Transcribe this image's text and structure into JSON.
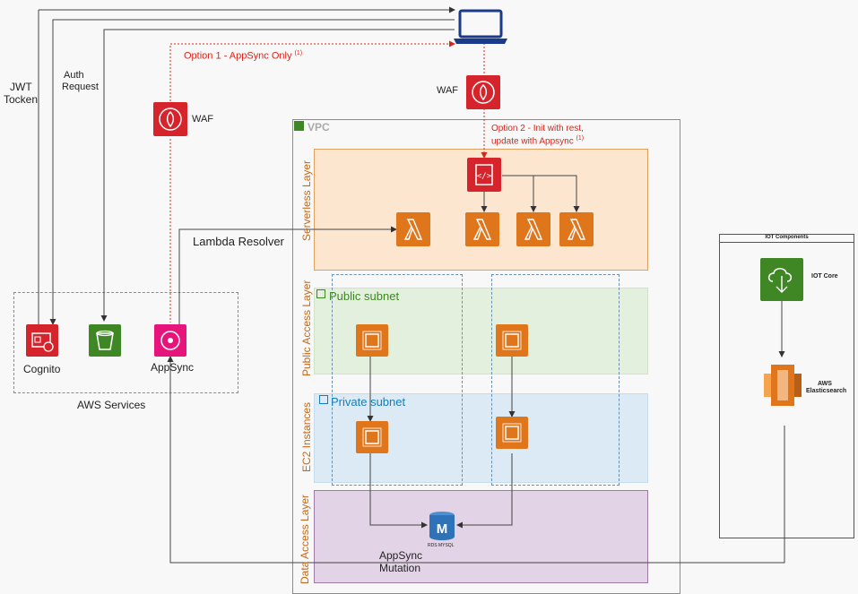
{
  "labels": {
    "jwt_line1": "JWT",
    "jwt_line2": "Tocken",
    "auth_line1": "Auth",
    "auth_line2": "Request",
    "option1_text": "Option  1 - AppSync Only",
    "option1_sup": "(1)",
    "waf_left": "WAF",
    "waf_right": "WAF",
    "option2_line1": "Option  2 - Init with rest,",
    "option2_line2": "update with Appsync",
    "option2_sup": "(1)",
    "lambda_resolver": "Lambda Resolver",
    "cognito": "Cognito",
    "appsync": "AppSync",
    "aws_services": "AWS Services",
    "appsync_mutation_line1": "AppSync",
    "appsync_mutation_line2": "Mutation",
    "rds": "RDS MYSQL"
  },
  "vpc": {
    "label": "VPC"
  },
  "layers": {
    "serverless": "Serverless Layer",
    "public_access": "Public Access Layer",
    "ec2": "EC2 Instances",
    "data_access": "Data Access Layer"
  },
  "subnets": {
    "public": "Public subnet",
    "private": "Private subnet"
  },
  "iot": {
    "title": "IOT Components",
    "core": "IOT Core",
    "es_line1": "AWS",
    "es_line2": "Elasticsearch"
  },
  "colors": {
    "aws_red": "#d6242d",
    "aws_orange": "#e0761b",
    "aws_green": "#3f8624",
    "aws_purple": "#e7157b",
    "public_subnet": "#3f8624",
    "private_subnet": "#147eba",
    "rds_blue": "#2e73b8"
  },
  "icons": [
    "laptop-icon",
    "waf-icon",
    "api-gateway-icon",
    "lambda-icon",
    "ec2-icon",
    "rds-icon",
    "cognito-icon",
    "s3-bucket-icon",
    "appsync-icon",
    "iot-core-icon",
    "elasticsearch-icon",
    "lock-icon",
    "vpc-icon"
  ]
}
